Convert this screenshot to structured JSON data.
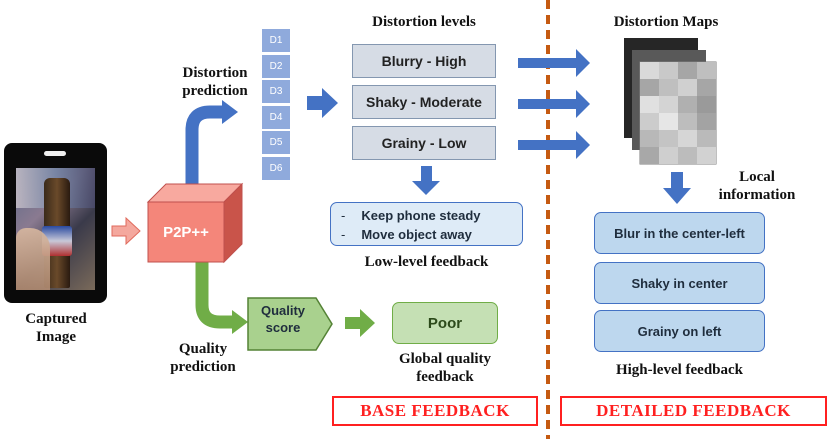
{
  "captured_image": {
    "label": "Captured\nImage"
  },
  "model": {
    "label": "P2P++"
  },
  "distortion_prediction": {
    "label": "Distortion\nprediction"
  },
  "distortion_cells": [
    "D1",
    "D2",
    "D3",
    "D4",
    "D5",
    "D6"
  ],
  "distortion_levels": {
    "title": "Distortion levels",
    "items": [
      "Blurry - High",
      "Shaky - Moderate",
      "Grainy - Low"
    ]
  },
  "low_level_feedback": {
    "items": [
      "Keep phone steady",
      "Move object away"
    ],
    "caption": "Low-level feedback"
  },
  "quality_prediction": {
    "label": "Quality\nprediction"
  },
  "quality_score": {
    "label": "Quality\nscore"
  },
  "global_feedback": {
    "value": "Poor",
    "caption": "Global quality\nfeedback"
  },
  "distortion_maps": {
    "title": "Distortion Maps"
  },
  "local_information": {
    "label": "Local\ninformation"
  },
  "high_level_feedback": {
    "items": [
      "Blur in the center-left",
      "Shaky in center",
      "Grainy on left"
    ],
    "caption": "High-level feedback"
  },
  "tags": {
    "base": "BASE FEEDBACK",
    "detailed": "DETAILED FEEDBACK"
  },
  "colors": {
    "blue_arrow": "#4472c4",
    "green_arrow": "#70ad47",
    "separator": "#c55a11",
    "tag_red": "#ff2020",
    "cube_front": "#f4867a"
  }
}
